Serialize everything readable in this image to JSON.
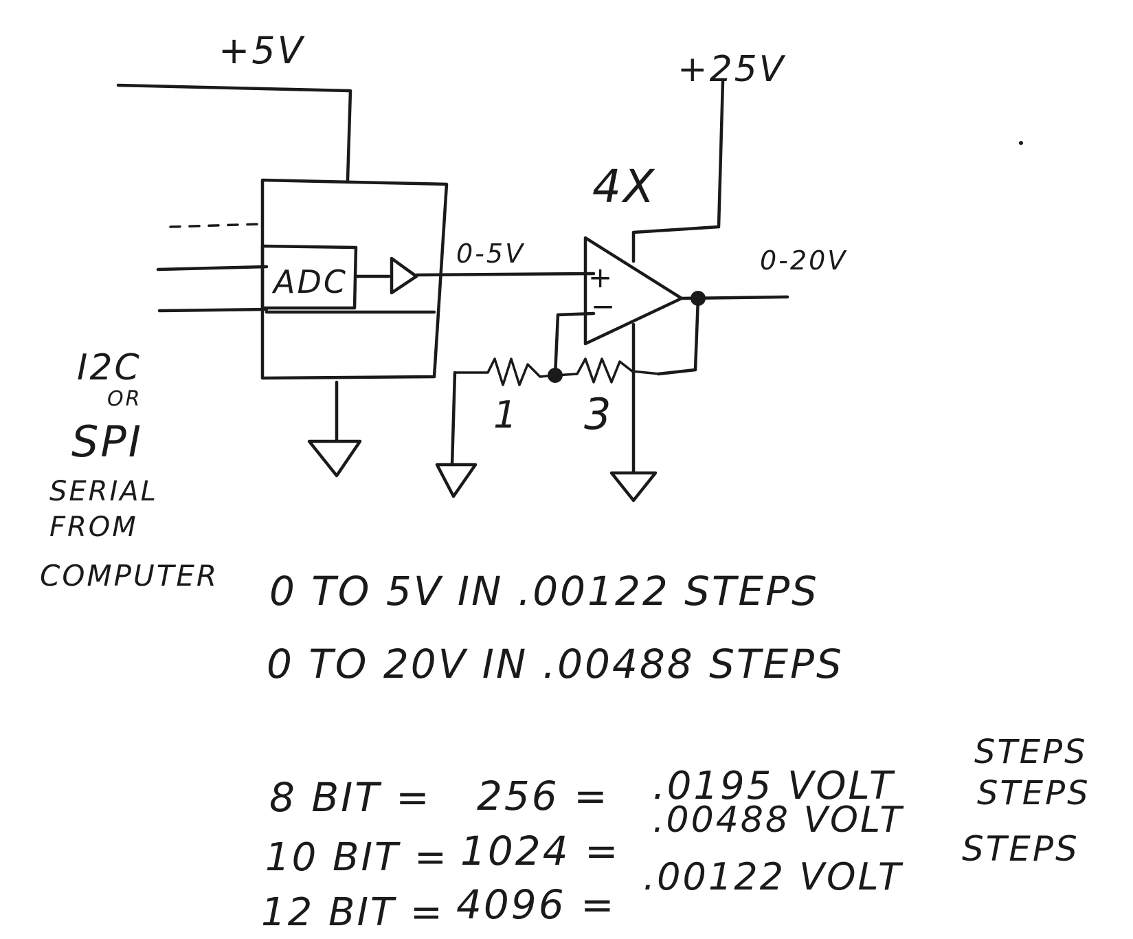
{
  "labels": {
    "supply_5v": "+5V",
    "supply_25v": "+25V",
    "adc": "ADC",
    "dac_out_range": "0-5V",
    "gain": "4X",
    "amp_out_range": "0-20V",
    "plus": "+",
    "minus": "−",
    "r1": "1",
    "r3": "3",
    "bus_line1": "I2C",
    "bus_line2": "OR",
    "bus_line3": "SPI",
    "bus_line4": "SERIAL",
    "bus_line5": "FROM",
    "bus_line6": "COMPUTER"
  },
  "notes": {
    "line1": "0 TO 5V IN .00122 STEPS",
    "line2": "0 TO 20V IN .00488 STEPS"
  },
  "table": [
    {
      "bits": "8 BIT =",
      "count": "256 =",
      "step": ".0195 VOLT",
      "unit": "STEPS"
    },
    {
      "bits": "10 BIT =",
      "count": "1024 =",
      "step": ".00488 VOLT",
      "unit": "STEPS"
    },
    {
      "bits": "12 BIT =",
      "count": "4096 =",
      "step": ".00122 VOLT",
      "unit": "STEPS"
    }
  ]
}
